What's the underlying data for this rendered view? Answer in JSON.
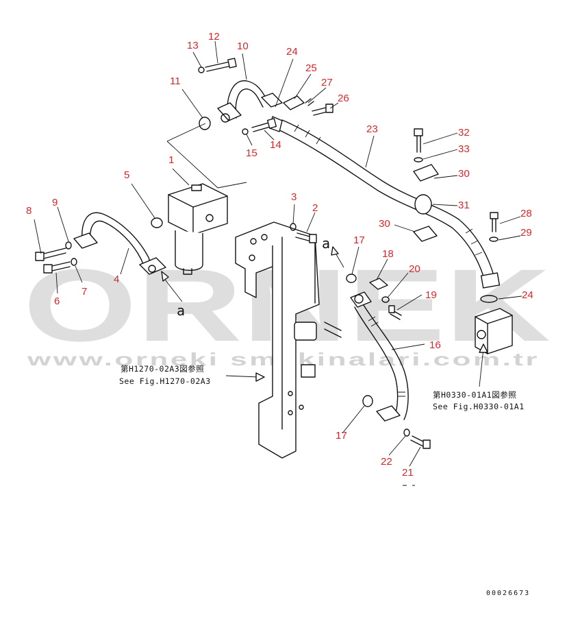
{
  "watermark": {
    "brand": "ORNEK",
    "url": "www.orneki smakinalari.com.tr"
  },
  "references": {
    "ref1_line1": "第H1270-02A3図参照",
    "ref1_line2": "See Fig.H1270-02A3",
    "ref2_line1": "第H0330-01A1図参照",
    "ref2_line2": "See Fig.H0330-01A1"
  },
  "detail_markers": {
    "marker_a_left": "a",
    "marker_a_right": "a"
  },
  "part_numbers": [
    "1",
    "2",
    "3",
    "4",
    "5",
    "6",
    "7",
    "8",
    "9",
    "10",
    "11",
    "12",
    "13",
    "14",
    "15",
    "16",
    "17",
    "17",
    "18",
    "19",
    "20",
    "21",
    "22",
    "23",
    "24",
    "24",
    "25",
    "26",
    "27",
    "28",
    "29",
    "30",
    "30",
    "31",
    "32",
    "33"
  ],
  "document_id": "00026673"
}
